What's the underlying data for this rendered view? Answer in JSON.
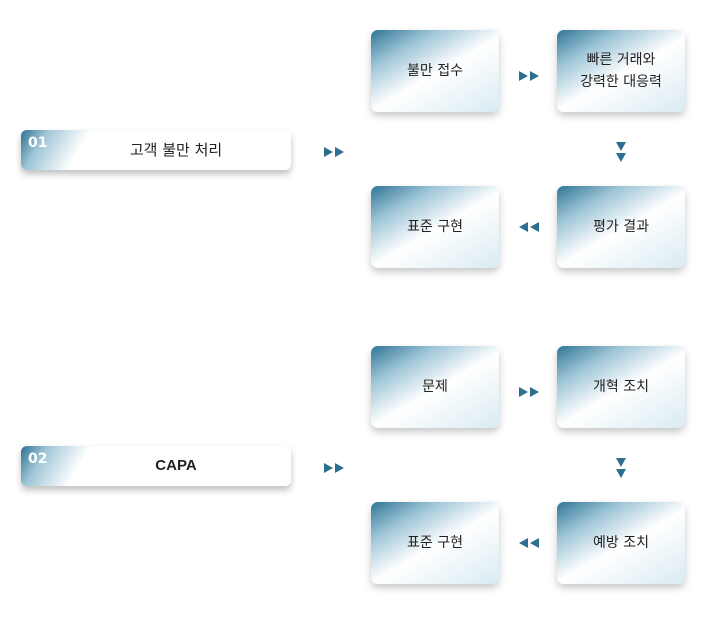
{
  "colors": {
    "accent": "#2c6f93",
    "arrow": "#2e6e8e",
    "text": "#222222"
  },
  "sections": [
    {
      "number": "01",
      "title": "고객 불만 처리",
      "cards": {
        "top_left": "불만 접수",
        "top_right": "빠른 거래와\n강력한 대응력",
        "bottom_right": "평가 결과",
        "bottom_left": "표준 구현"
      }
    },
    {
      "number": "02",
      "title": "CAPA",
      "cards": {
        "top_left": "문제",
        "top_right": "개혁 조치",
        "bottom_right": "예방 조치",
        "bottom_left": "표준 구현"
      }
    }
  ]
}
